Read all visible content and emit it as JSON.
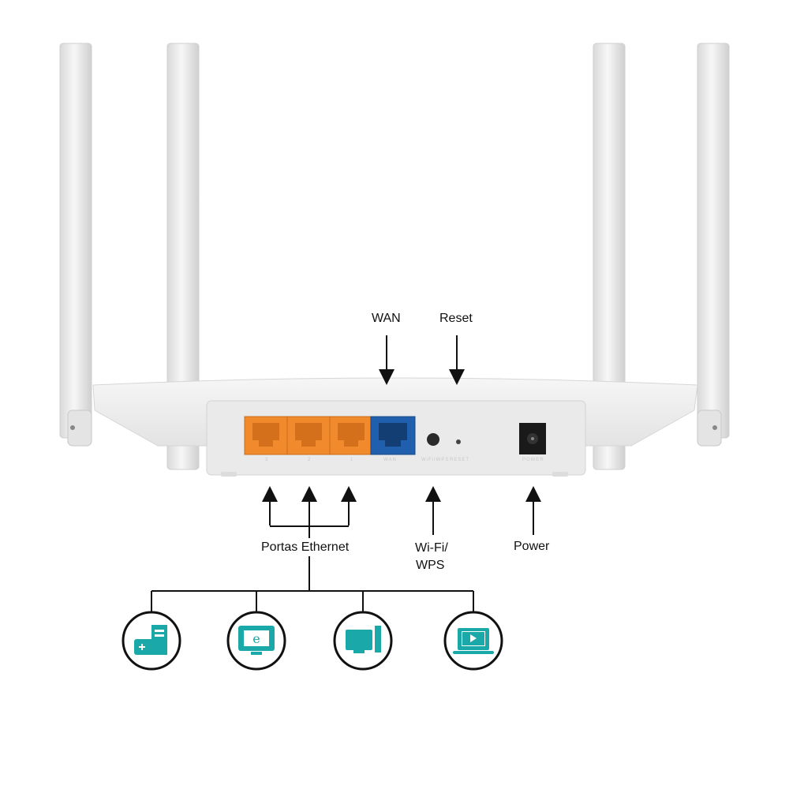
{
  "labels": {
    "wan": "WAN",
    "reset": "Reset",
    "ethernet": "Portas Ethernet",
    "wifi_line1": "Wi-Fi/",
    "wifi_line2": "WPS",
    "power": "Power"
  },
  "port_tags": {
    "lan3": "3",
    "lan2": "2",
    "lan1": "1",
    "wan": "WAN",
    "wifi_wps": "WiFi/WPS",
    "reset": "RESET",
    "power": "POWER"
  },
  "devices": [
    {
      "name": "game-console-icon"
    },
    {
      "name": "browser-monitor-icon"
    },
    {
      "name": "desktop-pc-icon"
    },
    {
      "name": "media-laptop-icon"
    }
  ],
  "colors": {
    "lan_port": "#f08a2c",
    "wan_port": "#1f5fae",
    "device_icon": "#1aa8a8",
    "router_body": "#eeeeee"
  }
}
